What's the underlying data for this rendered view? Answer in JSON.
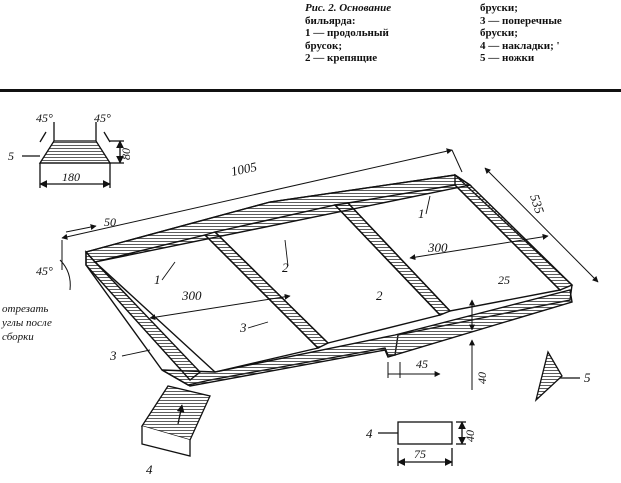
{
  "caption": {
    "left_lines": [
      "Рис. 2. Основание",
      "бильярда:",
      "1 — продольный",
      "брусок;",
      "2 — крепящие"
    ],
    "right_lines": [
      "бруски;",
      "3 — поперечные",
      "бруски;",
      "4 — накладки; '",
      "5 — ножки"
    ]
  },
  "dims": {
    "angle_left": "45°",
    "angle_right": "45°",
    "leg_height": "80",
    "leg_width": "180",
    "length": "1005",
    "width": "535",
    "inner_300_right": "300",
    "inner_300_left": "300",
    "edge_50": "50",
    "edge_25": "25",
    "corner_angle": "45°",
    "notch_45": "45",
    "notch_40": "40",
    "pad_40": "40",
    "pad_75": "75"
  },
  "parts": {
    "p1a": "1",
    "p1b": "1",
    "p2a": "2",
    "p2b": "2",
    "p3a": "3",
    "p3b": "3",
    "p4": "4",
    "p4_pad": "4",
    "p5_leg": "5",
    "p5_right": "5"
  },
  "note_lines": [
    "отрезать",
    "углы после",
    "сборки"
  ]
}
